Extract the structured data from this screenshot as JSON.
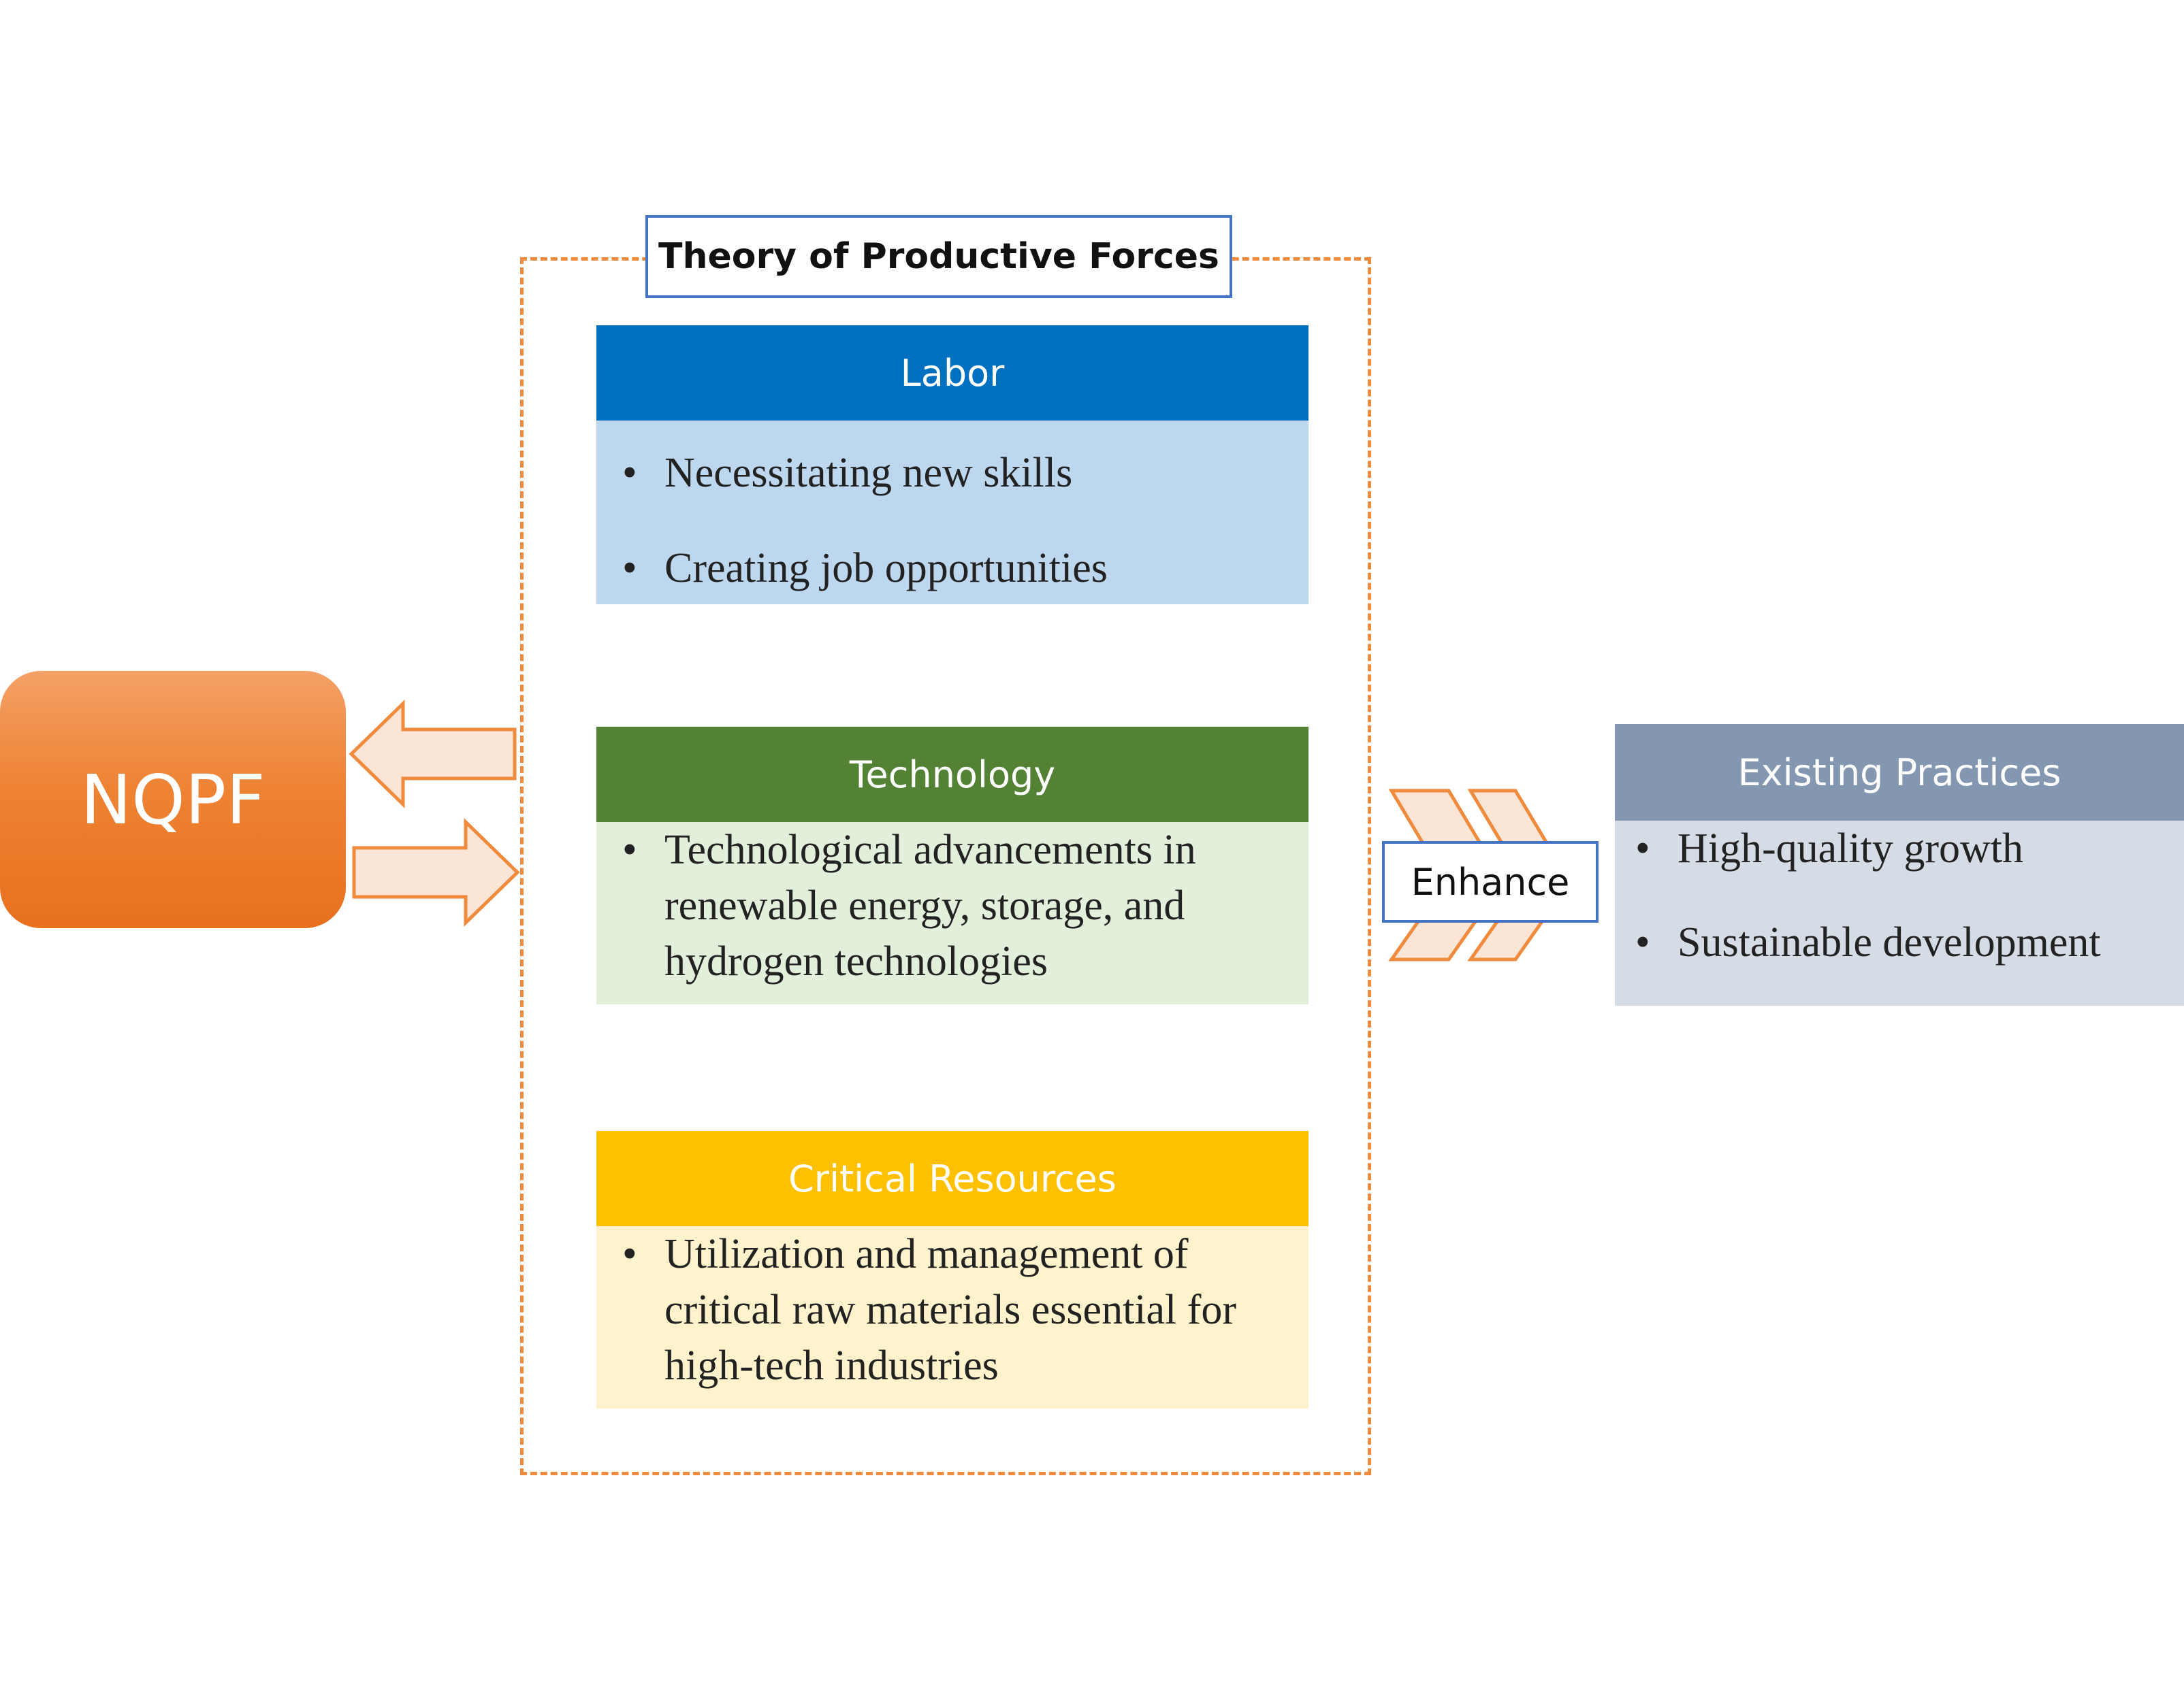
{
  "diagram": {
    "title": "Theory of Productive Forces",
    "source_node": {
      "label": "NQPF"
    },
    "categories": [
      {
        "id": "labor",
        "header": "Labor",
        "header_color": "#0070C0",
        "body_color": "#BDD7EE",
        "bullets": [
          "Necessitating new skills",
          "Creating job opportunities"
        ]
      },
      {
        "id": "technology",
        "header": "Technology",
        "header_color": "#548235",
        "body_color": "#E2EFDA",
        "bullets": [
          "Technological advancements in renewable energy, storage, and hydrogen technologies"
        ]
      },
      {
        "id": "critical-resources",
        "header": "Critical Resources",
        "header_color": "#FFC000",
        "body_color": "#FFF2CC",
        "bullets": [
          "Utilization and management of critical raw materials essential for high-tech industries"
        ]
      }
    ],
    "connector_label": "Enhance",
    "target_node": {
      "header": "Existing Practices",
      "header_color": "#8497B0",
      "body_color": "#D6DCE5",
      "bullets": [
        "High-quality growth",
        "Sustainable development"
      ]
    },
    "bullet_glyph": "•",
    "colors": {
      "frame_dash": "#F08A3C",
      "box_border": "#4472C4",
      "arrow_fill": "#FBE5D6",
      "arrow_stroke": "#F08A3C",
      "nqpf_fill": "#ED7D31"
    }
  }
}
